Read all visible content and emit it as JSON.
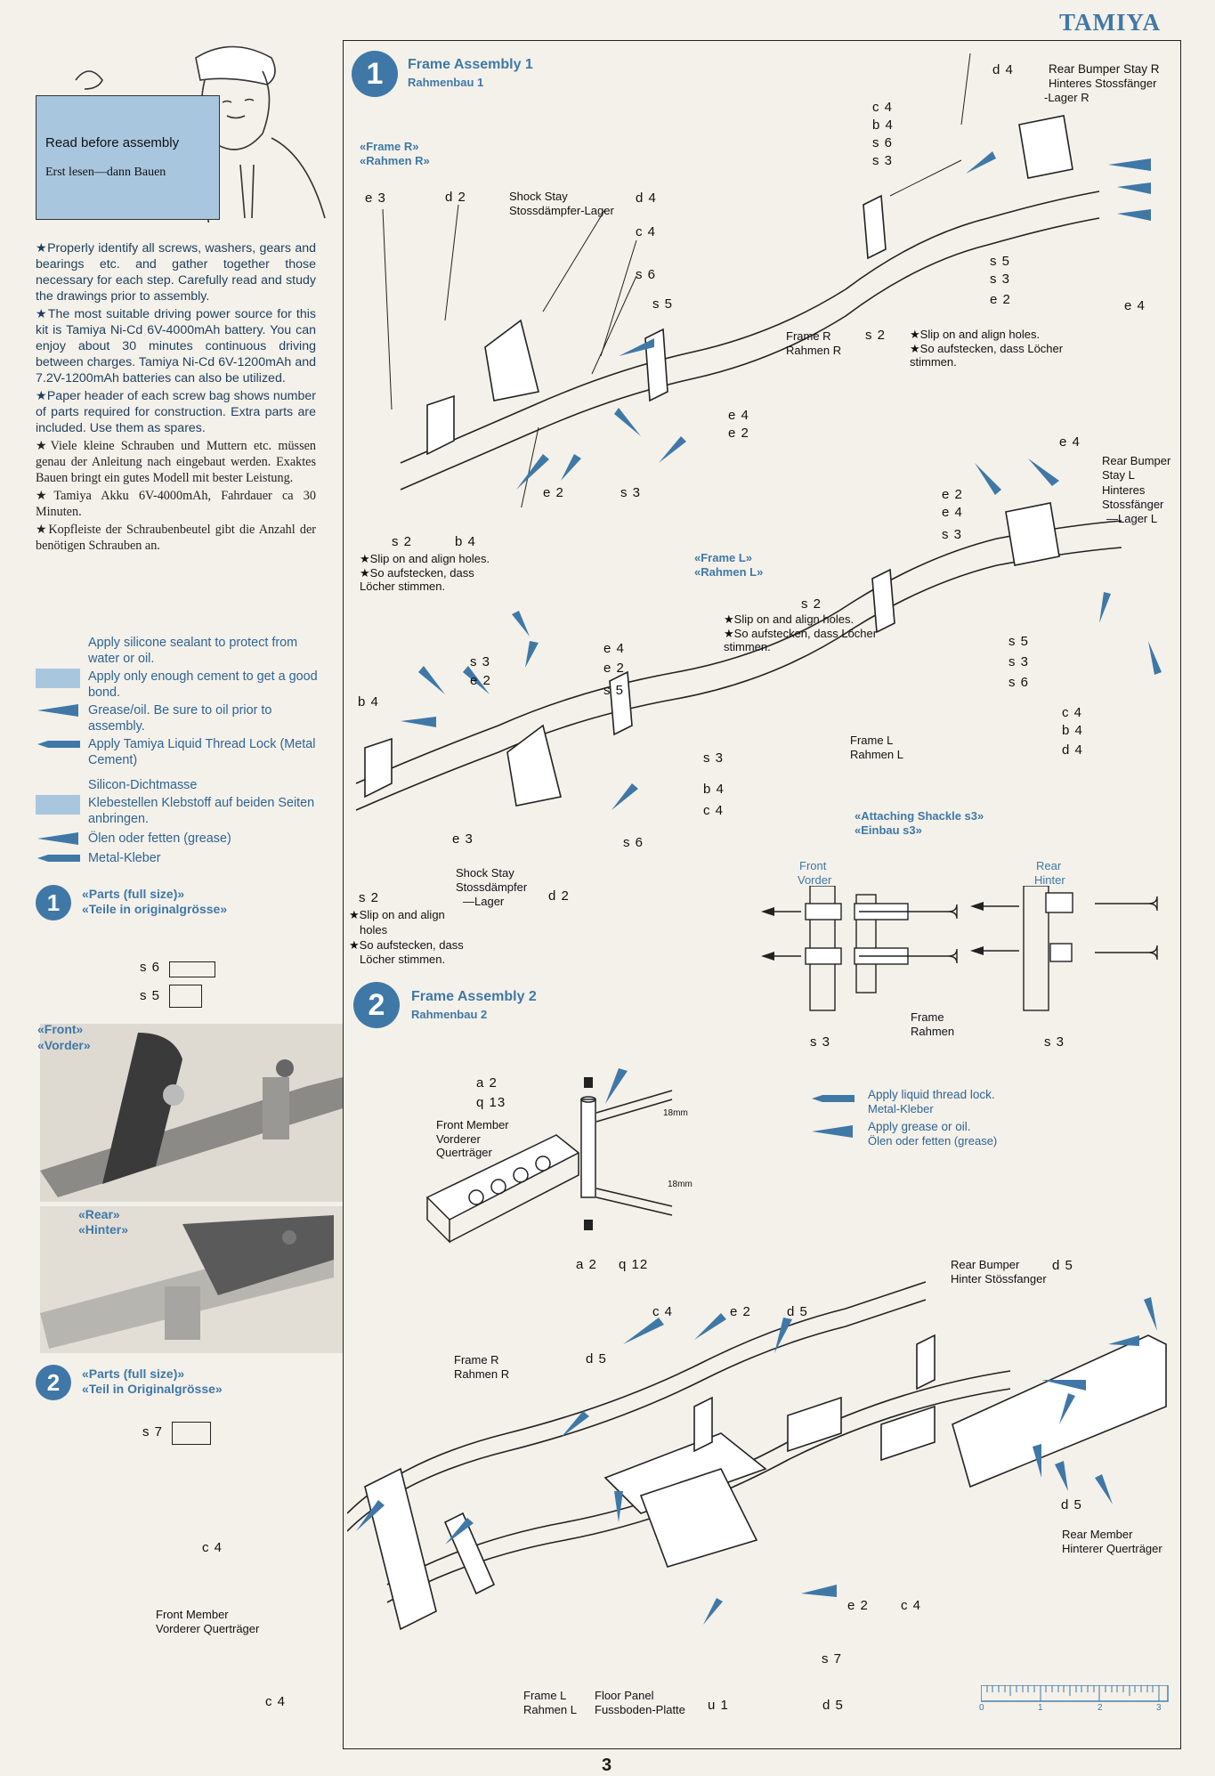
{
  "brand": "TAMIYA",
  "page_number": "3",
  "notice": {
    "en": "Read before assembly",
    "de": "Erst lesen—dann Bauen"
  },
  "intro": [
    "★Properly identify all screws, washers, gears and bearings etc. and gather together those necessary for each step. Carefully read and study the drawings prior to assembly.",
    "★The most suitable driving power source for this kit is Tamiya Ni-Cd 6V-4000mAh battery. You can enjoy about 30 minutes continuous driving between charges. Tamiya Ni-Cd 6V-1200mAh and 7.2V-1200mAh batteries can also be utilized.",
    "★Paper header of each screw bag shows number of parts required for construction. Extra parts are included. Use them as spares."
  ],
  "intro_de": [
    "★Viele kleine Schrauben und Muttern etc. müssen genau der Anleitung nach eingebaut werden. Exaktes Bauen bringt ein gutes Modell mit bester Leistung.",
    "★Tamiya Akku 6V-4000mAh, Fahrdauer ca 30 Minuten.",
    "★Kopfleiste der Schraubenbeutel gibt die Anzahl der benötigen Schrauben an."
  ],
  "legend_en": [
    "Apply silicone sealant to protect from water or oil.",
    "Apply only enough cement to get a good bond.",
    "Grease/oil. Be sure to oil prior to assembly.",
    "Apply Tamiya Liquid Thread Lock (Metal Cement)"
  ],
  "legend_de": [
    "Silicon-Dichtmasse",
    "Klebestellen Klebstoff auf beiden Seiten anbringen.",
    "Ölen oder fetten (grease)",
    "Metal-Kleber"
  ],
  "parts1": {
    "num": "1",
    "title": "«Parts (full size)»",
    "sub": "«Teile in originalgrösse»",
    "items": [
      "s 6",
      "s 5"
    ]
  },
  "photo_front": {
    "en": "«Front»",
    "de": "«Vorder»"
  },
  "photo_rear": {
    "en": "«Rear»",
    "de": "«Hinter»"
  },
  "parts2": {
    "num": "2",
    "title": "«Parts (full size)»",
    "sub": "«Teil in Originalgrösse»",
    "items": [
      "s 7"
    ]
  },
  "step1": {
    "num": "1",
    "title": "Frame Assembly 1",
    "sub": "Rahmenbau 1"
  },
  "step2": {
    "num": "2",
    "title": "Frame Assembly 2",
    "sub": "Rahmenbau 2"
  },
  "frame_r_tag": {
    "en": "«Frame R»",
    "de": "«Rahmen R»"
  },
  "frame_l_tag": {
    "en": "«Frame L»",
    "de": "«Rahmen L»"
  },
  "shackle_tag": {
    "en": "«Attaching Shackle s3»",
    "de": "«Einbau s3»"
  },
  "slip": {
    "en": "★Slip on and align holes.",
    "de": "★So aufstecken, dass Löcher stimmen."
  },
  "slip_short": {
    "en1": "★Slip on and align",
    "en2": "holes",
    "de1": "★So aufstecken, dass",
    "de2": "Löcher stimmen."
  },
  "labels": {
    "shock_stay": "Shock Stay",
    "shock_stay_de": "Stossdämpfer-Lager",
    "shock_stay_de2": "Stossdämpfer",
    "lager": "—Lager",
    "rear_bumper_stay_r": "Rear Bumper Stay R",
    "rbs_r_de1": "Hinteres Stossfänger",
    "rbs_r_de2": "-Lager R",
    "rear_bumper_stay_l1": "Rear Bumper",
    "rear_bumper_stay_l2": "Stay L",
    "rbs_l_de1": "Hinteres",
    "rbs_l_de2": "Stossfänger",
    "rbs_l_de3": "—Lager L",
    "frame_r": "Frame R",
    "rahmen_r": "Rahmen R",
    "frame_l": "Frame L",
    "rahmen_l": "Rahmen L",
    "front": "Front",
    "vorder": "Vorder",
    "rear": "Rear",
    "hinter": "Hinter",
    "frame": "Frame",
    "rahmen": "Rahmen",
    "front_member": "Front Member",
    "front_member_de1": "Vorderer",
    "front_member_de2": "Querträger",
    "front_member_de": "Vorderer Querträger",
    "rear_bumper": "Rear Bumper",
    "rear_bumper_de": "Hinter Stössfanger",
    "rear_member": "Rear Member",
    "rear_member_de": "Hinterer Querträger",
    "floor_panel": "Floor Panel",
    "floor_panel_de": "Fussboden-Platte",
    "mm18": "18mm"
  },
  "step2_legend": [
    {
      "en": "Apply liquid thread lock.",
      "de": "Metal-Kleber"
    },
    {
      "en": "Apply grease or oil.",
      "de": "Ölen oder fetten (grease)"
    }
  ],
  "parts": {
    "d4": "d 4",
    "c4": "c 4",
    "b4": "b 4",
    "s6": "s 6",
    "s3": "s 3",
    "e3": "e 3",
    "d2": "d 2",
    "s5": "s 5",
    "e2": "e 2",
    "e4": "e 4",
    "s2": "s 2",
    "a2": "a 2",
    "q13": "q 13",
    "q12": "q 12",
    "d5": "d 5",
    "s7": "s 7",
    "u1": "u 1"
  },
  "ruler": [
    "0",
    "1",
    "2",
    "3"
  ]
}
